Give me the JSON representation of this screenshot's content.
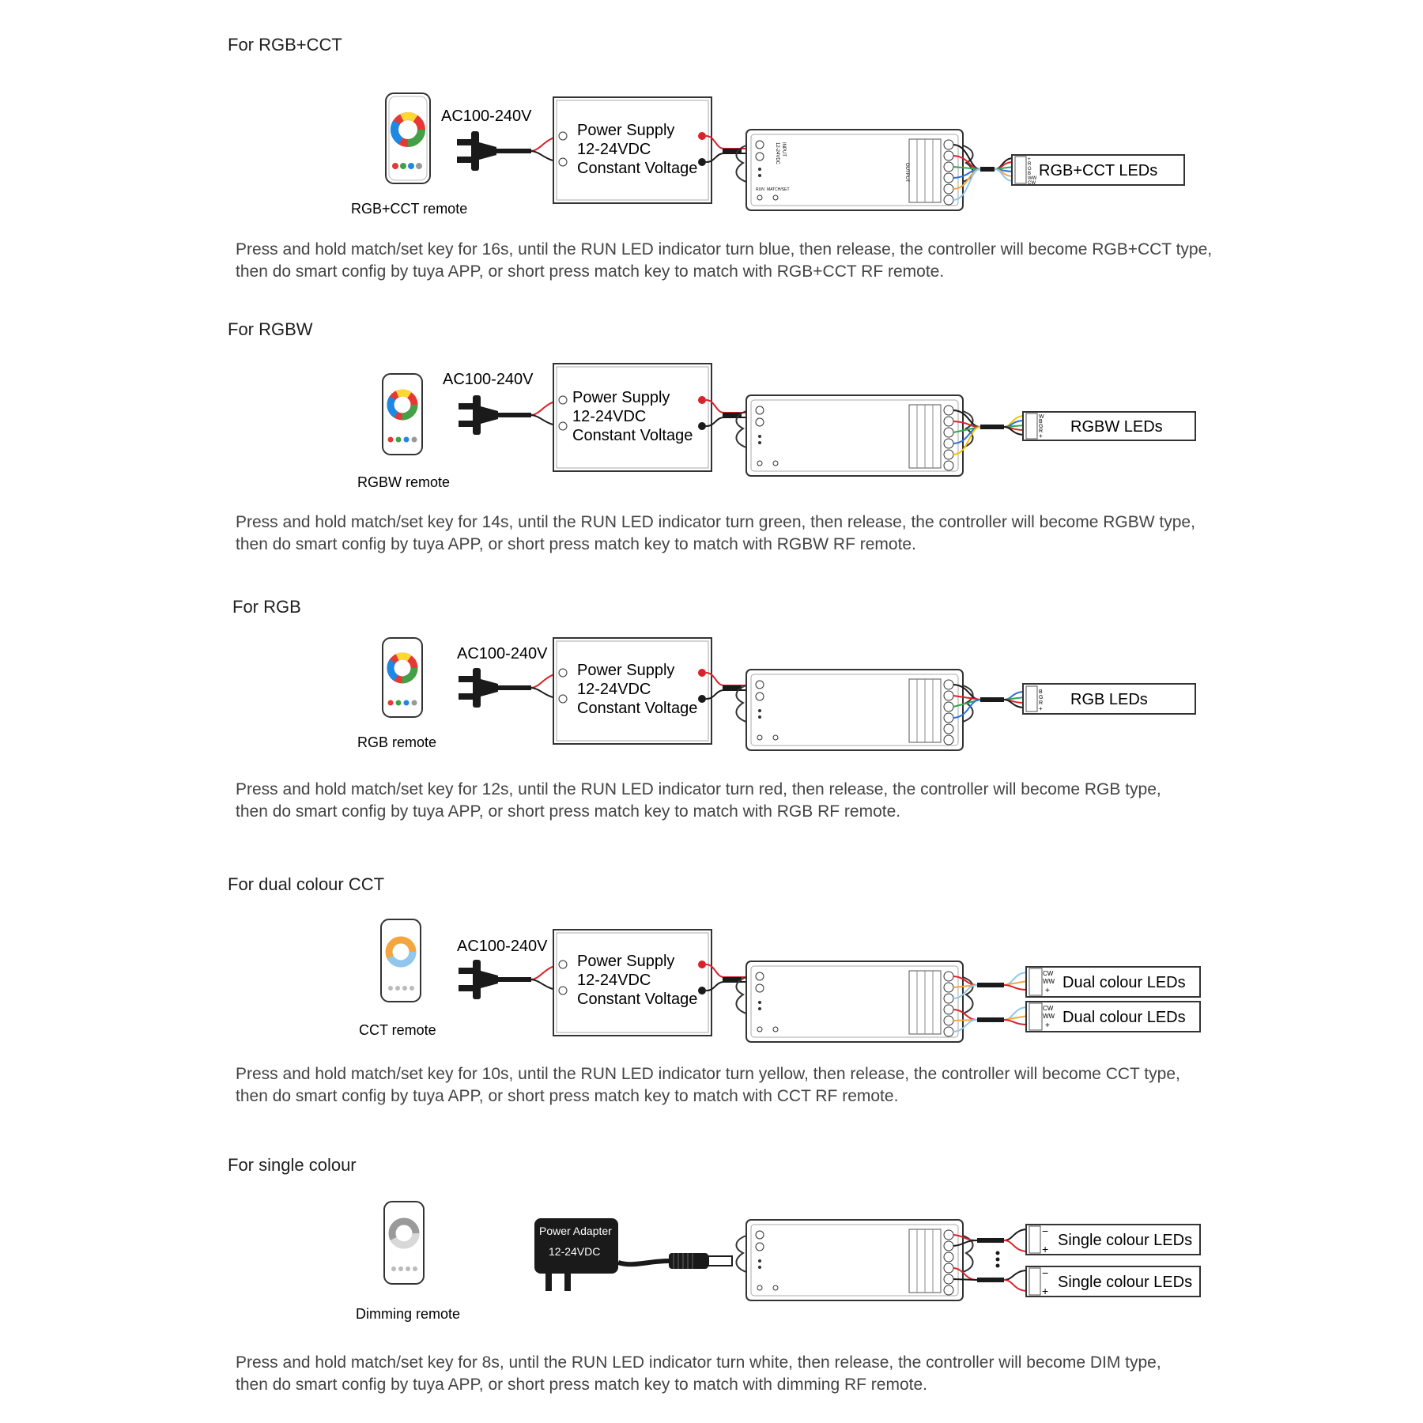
{
  "sections": [
    {
      "heading": "For RGB+CCT",
      "remote_label": "RGB+CCT remote",
      "ac_label": "AC100-240V",
      "psu": [
        "Power Supply",
        "12-24VDC",
        "Constant Voltage"
      ],
      "led_label": "RGB+CCT LEDs",
      "wire_marks": [
        "+",
        "R",
        "G",
        "B",
        "WW",
        "CW"
      ],
      "instructions": [
        "Press and hold match/set key for 16s, until the RUN LED indicator turn blue, then release, the controller will become RGB+CCT type,",
        "then  do  smart  config by  tuya  APP,  or  short press match key to match  with RGB+CCT  RF  remote."
      ]
    },
    {
      "heading": "For RGBW",
      "remote_label": "RGBW remote",
      "ac_label": "AC100-240V",
      "psu": [
        "Power Supply",
        "12-24VDC",
        "Constant Voltage"
      ],
      "led_label": "RGBW LEDs",
      "wire_marks": [
        "W",
        "B",
        "G",
        "R",
        "+"
      ],
      "instructions": [
        "Press and hold match/set key for 14s, until the RUN LED indicator turn green, then release, the controller will become RGBW type,",
        "then do  smart  config by  tuya  APP,  or  short press match key to match  with RGBW  RF  remote."
      ]
    },
    {
      "heading": "For RGB",
      "remote_label": "RGB remote",
      "ac_label": "AC100-240V",
      "psu": [
        "Power Supply",
        "12-24VDC",
        "Constant Voltage"
      ],
      "led_label": "RGB LEDs",
      "wire_marks": [
        "B",
        "G",
        "R",
        "+"
      ],
      "instructions": [
        "Press and hold match/set key for 12s, until the RUN LED indicator turn red, then release, the controller will become RGB type,",
        "then do  smart  config by  tuya  APP,  or  short press match key to match  with RGB  RF  remote."
      ]
    },
    {
      "heading": "For dual colour CCT",
      "remote_label": "CCT remote",
      "ac_label": "AC100-240V",
      "psu": [
        "Power Supply",
        "12-24VDC",
        "Constant Voltage"
      ],
      "led_labels": [
        "Dual colour LEDs",
        "Dual colour LEDs"
      ],
      "wire_marks": [
        "CW",
        "WW",
        "+"
      ],
      "instructions": [
        "Press and hold match/set key for 10s, until the RUN LED indicator turn yellow, then release, the controller will become CCT type,",
        "then do  smart  config by  tuya  APP,  or  short press match key to match  with CCT  RF  remote."
      ]
    },
    {
      "heading": "For single colour",
      "remote_label": "Dimming remote",
      "adapter": [
        "Power Adapter",
        "12-24VDC"
      ],
      "led_labels": [
        "Single colour LEDs",
        "Single colour LEDs"
      ],
      "wire_marks": [
        "−",
        "+"
      ],
      "instructions": [
        "Press and hold match/set key for 8s, until the RUN LED indicator turn white, then release, the controller will become DIM type,",
        "then do  smart  config by  tuya  APP,  or  short press match key to match with dimming  RF  remote."
      ]
    }
  ],
  "controller_marks": [
    "INPUT",
    "12-24VDC",
    "OUTPUT",
    "RUN",
    "MATCH/SET"
  ],
  "colors": {
    "red": "#d8232a",
    "green": "#2fa84f",
    "blue": "#2a6fdb",
    "yellow": "#f2c200",
    "warm": "#f3a640",
    "cool": "#8fc7ef",
    "black": "#1a1a1a",
    "line": "#555555"
  }
}
